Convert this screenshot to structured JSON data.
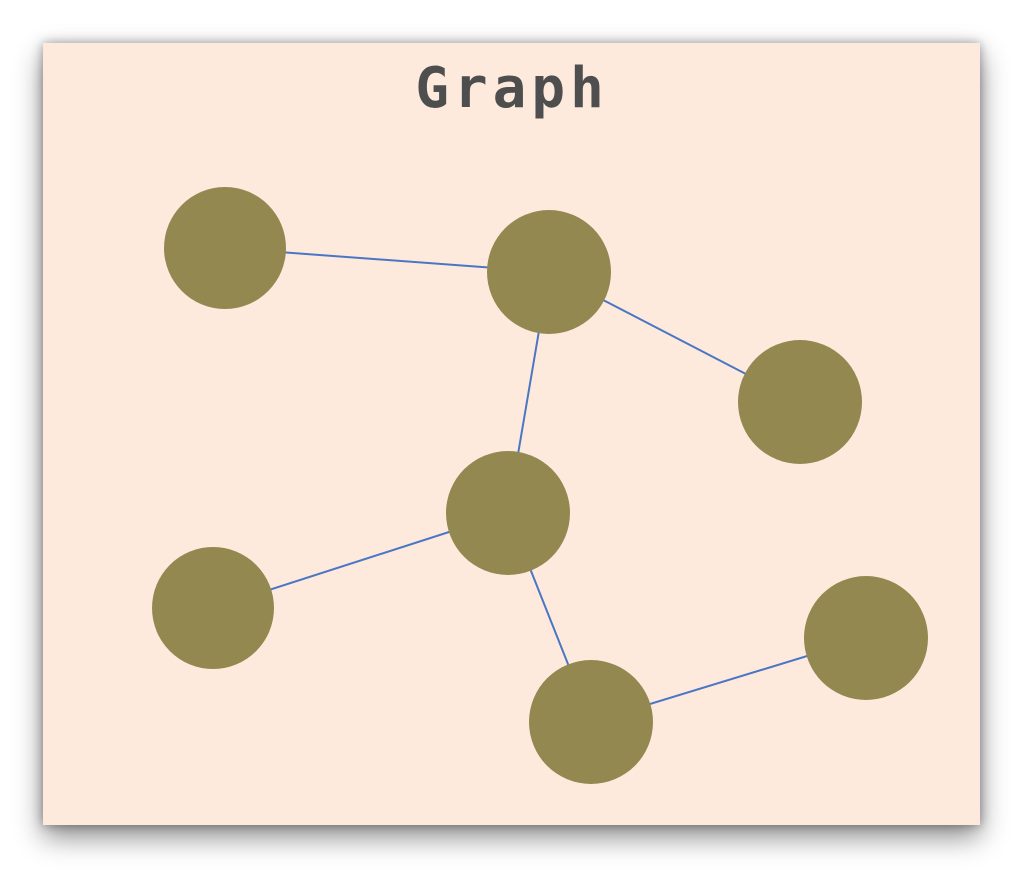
{
  "diagram": {
    "title": "Graph",
    "colors": {
      "background": "#fdeadd",
      "title": "#4e4e4e",
      "node_fill": "#948851",
      "edge": "#4a76c4"
    },
    "nodes": [
      {
        "id": "n1"
      },
      {
        "id": "n2"
      },
      {
        "id": "n3"
      },
      {
        "id": "n4"
      },
      {
        "id": "n5"
      },
      {
        "id": "n6"
      },
      {
        "id": "n7"
      }
    ],
    "edges": [
      {
        "from": "n1",
        "to": "n2"
      },
      {
        "from": "n2",
        "to": "n3"
      },
      {
        "from": "n2",
        "to": "n4"
      },
      {
        "from": "n4",
        "to": "n5"
      },
      {
        "from": "n4",
        "to": "n6"
      },
      {
        "from": "n6",
        "to": "n7"
      }
    ]
  }
}
